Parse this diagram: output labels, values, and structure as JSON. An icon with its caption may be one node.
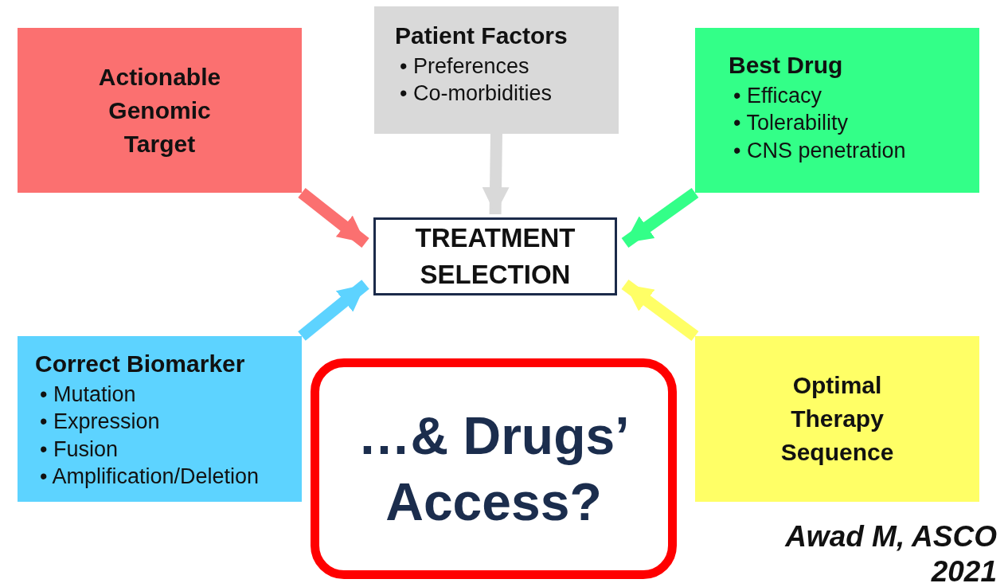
{
  "diagram": {
    "nodes": [
      {
        "text": [
          "Actionable Genomic Target"
        ]
      },
      {
        "text": [
          "Patient Factors",
          "• Preferences",
          "• Co-morbidities"
        ]
      },
      {
        "text": [
          "Best Drug",
          "• Efficacy",
          "• Tolerability",
          "• CNS penetration"
        ]
      },
      {
        "text": [
          "TREATMENT SELECTION"
        ]
      },
      {
        "text": [
          "Correct Biomarker",
          "• Mutation",
          "• Expression",
          "• Fusion",
          "• Amplification/Deletion"
        ]
      },
      {
        "text": [
          "Optimal Therapy Sequence"
        ]
      },
      {
        "text": [
          "…& Drugs’ Access?"
        ]
      }
    ],
    "edges": [
      {
        "from": 0,
        "to": 3,
        "arrow": "to",
        "color": "#fb7070"
      },
      {
        "from": 1,
        "to": 3,
        "arrow": "to",
        "color": "#d9d9d9"
      },
      {
        "from": 2,
        "to": 3,
        "arrow": "to",
        "color": "#33ff88"
      },
      {
        "from": 4,
        "to": 3,
        "arrow": "to",
        "color": "#5dd3ff"
      },
      {
        "from": 5,
        "to": 3,
        "arrow": "to",
        "color": "#ffff66"
      }
    ],
    "labels": [
      "Awad M, ASCO 2021"
    ]
  }
}
